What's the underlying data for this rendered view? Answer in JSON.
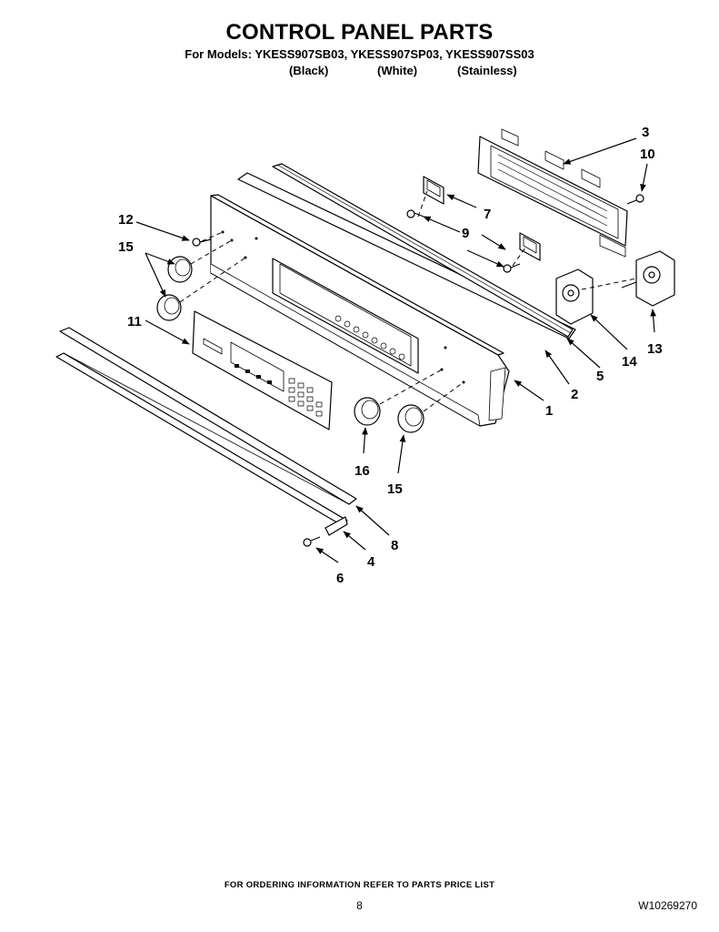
{
  "header": {
    "title": "CONTROL PANEL PARTS",
    "models": "For Models: YKESS907SB03, YKESS907SP03, YKESS907SS03",
    "finish_black": "(Black)",
    "finish_white": "(White)",
    "finish_stainless": "(Stainless)"
  },
  "callouts": {
    "c1": "1",
    "c2": "2",
    "c3": "3",
    "c4": "4",
    "c5": "5",
    "c6": "6",
    "c7": "7",
    "c8": "8",
    "c9": "9",
    "c10": "10",
    "c11": "11",
    "c12": "12",
    "c13": "13",
    "c14": "14",
    "c15a": "15",
    "c15b": "15",
    "c16": "16"
  },
  "footer": {
    "ordering_note": "FOR ORDERING INFORMATION REFER TO PARTS PRICE LIST",
    "page_number": "8",
    "document_number": "W10269270"
  }
}
